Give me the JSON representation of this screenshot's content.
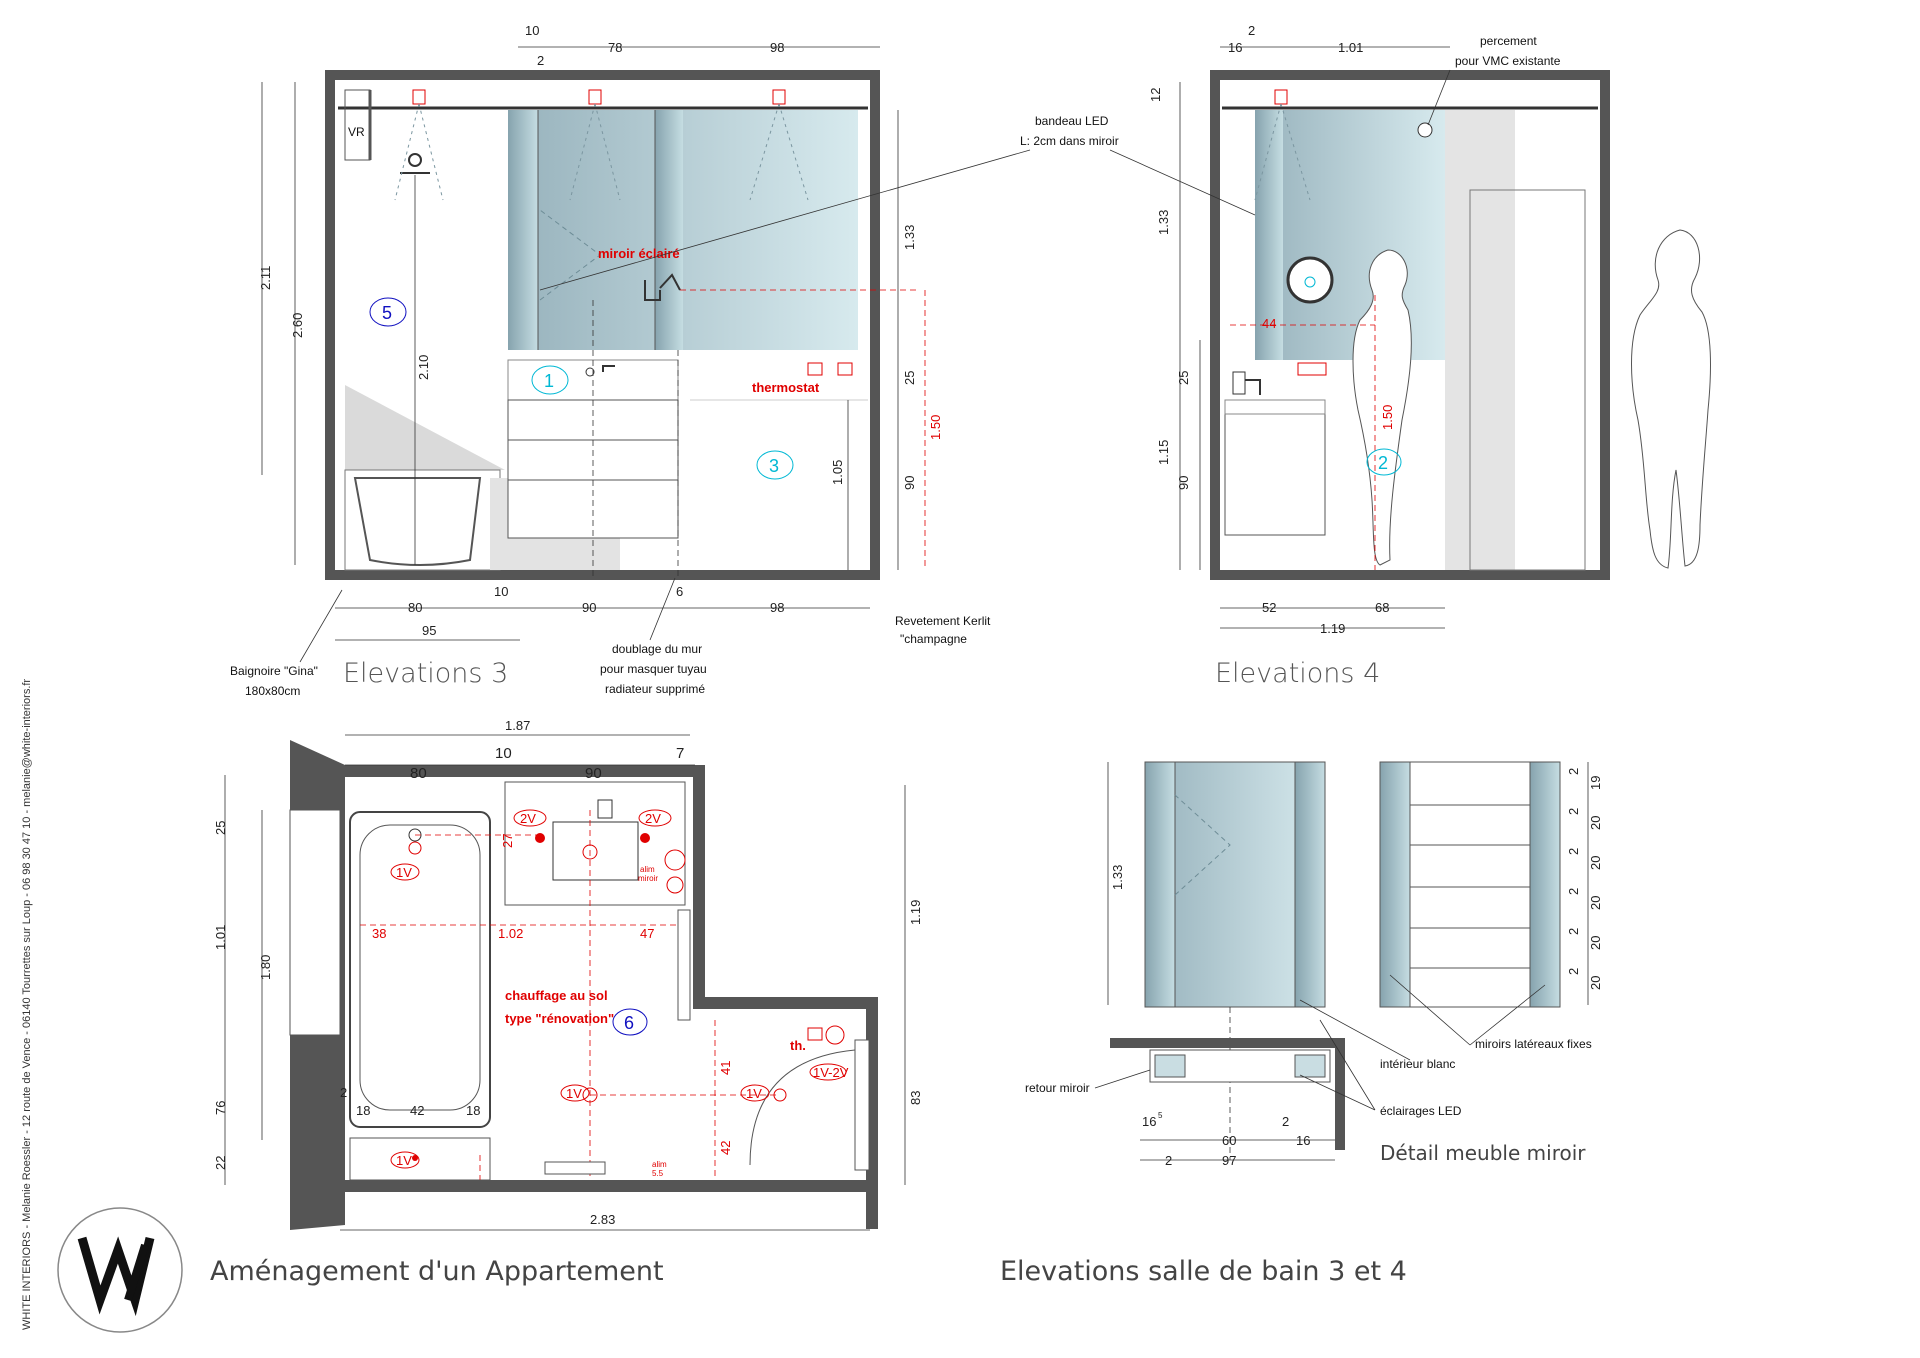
{
  "sidebar_text": "WHITE INTERIORS - Melanie Roessler - 12 route de Vence - 06140 Tourrettes sur Loup - 06 98 30 47 10 - melanie@white-interiors.fr",
  "logo_letters": "W",
  "titles": {
    "left": "Aménagement d'un Appartement",
    "right": "Elevations salle de bain 3 et 4",
    "elev3": "Elevations 3",
    "elev4": "Elevations 4",
    "detail": "Détail meuble miroir"
  },
  "elev3": {
    "top_dims": [
      "10",
      "2",
      "78",
      "98"
    ],
    "left_dims": [
      "2.11",
      "2.60",
      "2.10"
    ],
    "right_dims": [
      "1.33",
      "25",
      "90",
      "1.05"
    ],
    "red_dim": "1.50",
    "bottom_dims": [
      "80",
      "10",
      "90",
      "6",
      "98",
      "95"
    ],
    "labels": {
      "vr": "VR",
      "miroir": "miroir éclairé",
      "thermostat": "thermostat",
      "num1": "1",
      "num3": "3",
      "num5": "5"
    }
  },
  "elev4": {
    "top_dims": [
      "2",
      "16",
      "1.01",
      "12"
    ],
    "left_dims": [
      "1.33",
      "25",
      "1.15",
      "90"
    ],
    "red_dims": [
      "44",
      "1.50"
    ],
    "bottom_dims": [
      "52",
      "68",
      "1.19"
    ],
    "labels": {
      "num2": "2"
    }
  },
  "notes": {
    "bandeau": [
      "bandeau LED",
      "L: 2cm dans miroir"
    ],
    "percement": [
      "percement",
      "pour VMC existante"
    ],
    "revetement": [
      "Revetement Kerlit",
      "\"champagne"
    ],
    "doublage": [
      "doublage du mur",
      "pour masquer tuyau",
      "radiateur supprimé"
    ],
    "baignoire": [
      "Baignoire \"Gina\"",
      "180x80cm"
    ]
  },
  "plan": {
    "top_dims": [
      "1.87",
      "80",
      "10",
      "90",
      "7"
    ],
    "left_dims": [
      "25",
      "1.01",
      "1.80",
      "76",
      "22"
    ],
    "right_dims": [
      "1.19",
      "83"
    ],
    "bottom_dim": "2.83",
    "tub_dims": [
      "2",
      "18",
      "42",
      "18"
    ],
    "red_dims": [
      "27",
      "38",
      "1.02",
      "47",
      "41",
      "42"
    ],
    "labels": {
      "chauffage": [
        "chauffage au sol",
        "type \"rénovation\""
      ],
      "num6": "6",
      "th": "th.",
      "alim_miroir": [
        "alim",
        "miroir"
      ],
      "alim_ss": [
        "alim",
        "5.5"
      ],
      "sw_2v_a": "2V",
      "sw_2v_b": "2V",
      "sw_1v_a": "1V",
      "sw_1v_b": "1V",
      "sw_1v_c": "1V",
      "sw_1v_d": "1V",
      "sw_1v_2v": "1V-2V"
    }
  },
  "detail": {
    "height_dim": "1.33",
    "right_dims": [
      "2",
      "19",
      "2",
      "20",
      "2",
      "20",
      "2",
      "20",
      "2",
      "20",
      "2",
      "20"
    ],
    "bottom_dims": [
      "16",
      "5",
      "60",
      "2",
      "16",
      "2",
      "97"
    ],
    "labels": {
      "interieur": "intérieur blanc",
      "miroirs_lat": "miroirs latéreaux fixes",
      "retour": "retour miroir",
      "eclairages": "éclairages LED"
    }
  },
  "colors": {
    "mirror": "#a9c3cc",
    "wall": "#555555",
    "dim_red": "#e00000",
    "num_blue": "#1010c0",
    "num_cyan": "#00b8d4"
  }
}
